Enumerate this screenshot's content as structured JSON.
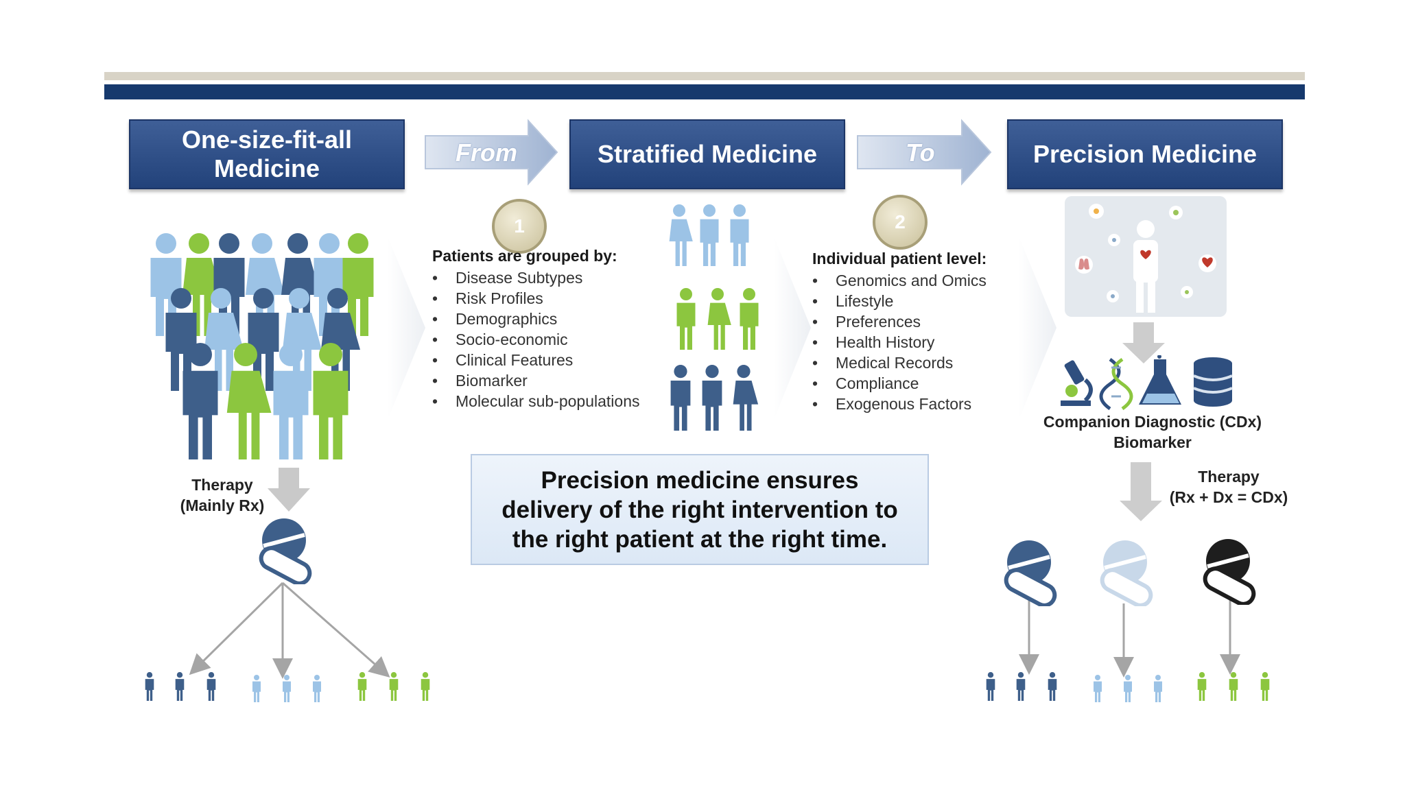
{
  "stages": {
    "one_size": "One-size-fit-all Medicine",
    "stratified": "Stratified Medicine",
    "precision": "Precision Medicine"
  },
  "arrows": {
    "from": "From",
    "to": "To"
  },
  "step1": {
    "number": "1",
    "title": "Patients are grouped by:",
    "items": [
      "Disease Subtypes",
      "Risk Profiles",
      "Demographics",
      "Socio-economic",
      "Clinical Features",
      "Biomarker",
      "Molecular sub-populations"
    ]
  },
  "step2": {
    "number": "2",
    "title": "Individual patient level:",
    "items": [
      "Genomics and Omics",
      "Lifestyle",
      "Preferences",
      "Health History",
      "Medical Records",
      "Compliance",
      "Exogenous Factors"
    ]
  },
  "therapy_left": {
    "line1": "Therapy",
    "line2": "(Mainly Rx)"
  },
  "companion": {
    "line1": "Companion Diagnostic (CDx)",
    "line2": "Biomarker"
  },
  "therapy_right": {
    "line1": "Therapy",
    "line2": "(Rx + Dx = CDx)"
  },
  "message": "Precision medicine ensures delivery of the right intervention to the right patient at the right time.",
  "colors": {
    "dark_blue": "#3e5f8a",
    "light_blue": "#9cc3e6",
    "green": "#8cc63f",
    "navy": "#16396d",
    "black": "#1e1e1e"
  },
  "icons": [
    "person-icon",
    "pill-capsule-icon",
    "microscope-icon",
    "dna-icon",
    "flask-icon",
    "database-icon",
    "body-scan-icon"
  ]
}
